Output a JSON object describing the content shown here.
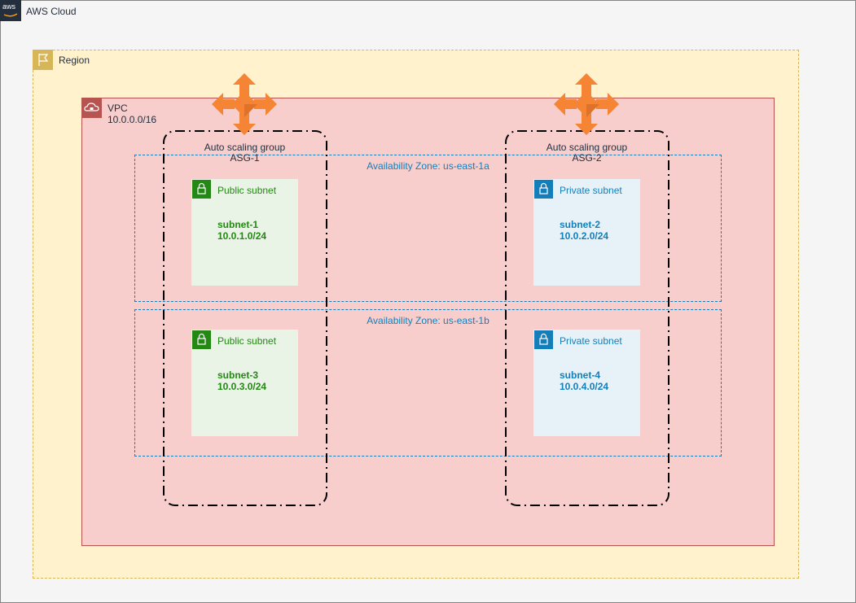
{
  "cloud": {
    "label": "AWS Cloud",
    "logo_text": "aws"
  },
  "region": {
    "label": "Region"
  },
  "vpc": {
    "label": "VPC",
    "cidr": "10.0.0.0/16"
  },
  "availability_zones": [
    {
      "label": "Availability Zone:  us-east-1a"
    },
    {
      "label": "Availability Zone: us-east-1b"
    }
  ],
  "asgs": [
    {
      "title": "Auto scaling group",
      "name": "ASG-1"
    },
    {
      "title": "Auto scaling group",
      "name": "ASG-2"
    }
  ],
  "subnets": [
    {
      "type": "Public subnet",
      "name": "subnet-1",
      "cidr": "10.0.1.0/24"
    },
    {
      "type": "Private subnet",
      "name": "subnet-2",
      "cidr": "10.0.2.0/24"
    },
    {
      "type": "Public subnet",
      "name": "subnet-3",
      "cidr": "10.0.3.0/24"
    },
    {
      "type": "Private subnet",
      "name": "subnet-4",
      "cidr": "10.0.4.0/24"
    }
  ],
  "colors": {
    "region_fill": "#fff2cc",
    "region_border": "#d6b656",
    "vpc_fill": "#f8cecc",
    "vpc_border": "#b85450",
    "public": "#248814",
    "private": "#147eba",
    "asg_arrow": "#f58534"
  },
  "icons": [
    "aws-logo-icon",
    "region-flag-icon",
    "vpc-cloud-lock-icon",
    "lock-icon",
    "auto-scaling-arrows-icon"
  ]
}
